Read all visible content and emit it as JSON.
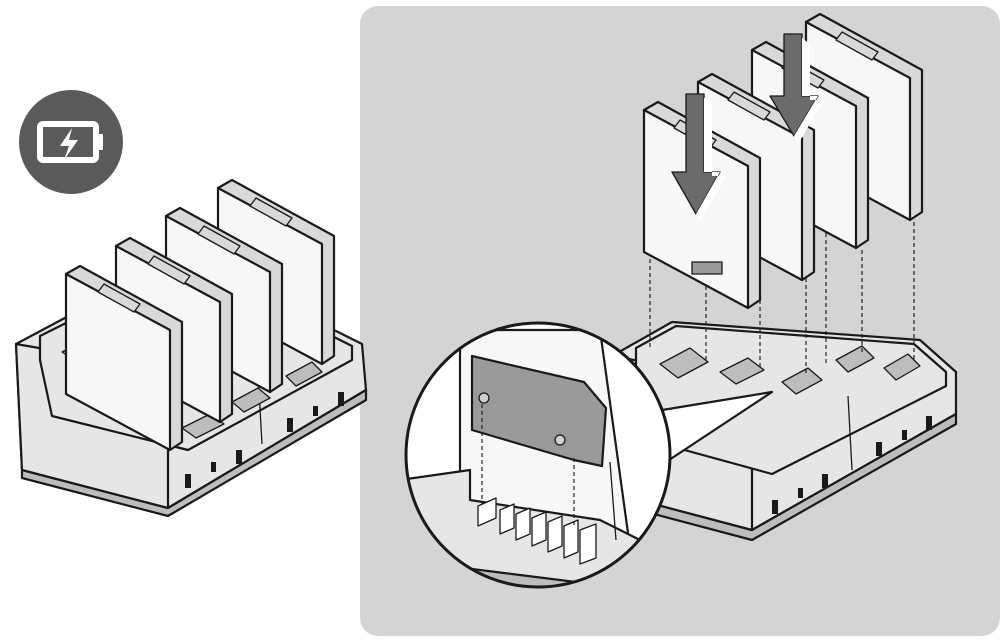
{
  "colors": {
    "panel_background": "#d4d4d4",
    "badge_background": "#5a5a5a",
    "badge_icon": "#ffffff",
    "battery_face": "#f7f7f7",
    "battery_side": "#d9d9d9",
    "charger_body": "#e6e6e6",
    "charger_shadow": "#bdbdbd",
    "line": "#1a1a1a",
    "arrow_fill": "#6b6b6b",
    "connector": "#9a9a9a"
  },
  "icons": {
    "status_badge": "battery-charging-icon",
    "insert_arrow": "down-arrow-icon",
    "detail_callout": "magnifier-callout"
  },
  "figure": {
    "left_panel": {
      "charger": "four-slot-charger",
      "batteries_docked": 4
    },
    "right_panel": {
      "charger": "four-slot-charger",
      "batteries_inserting": 4,
      "arrows": 2
    }
  }
}
